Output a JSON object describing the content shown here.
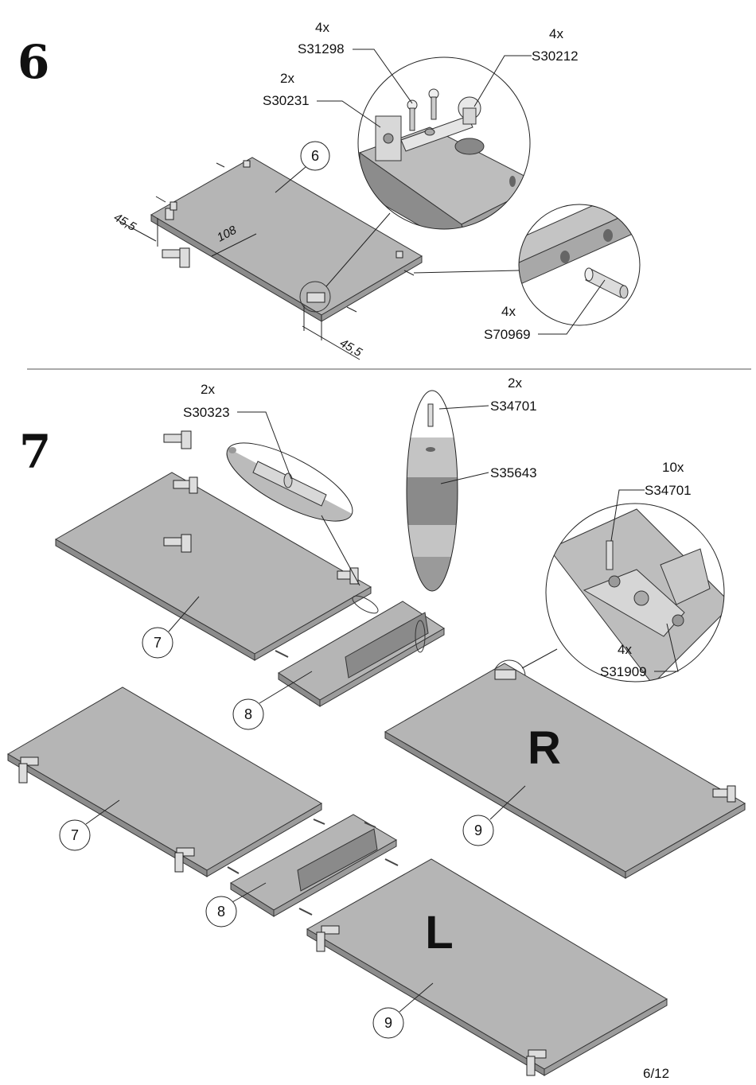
{
  "page": {
    "number": "6/12"
  },
  "step6": {
    "step_number": "6",
    "part_label": "6",
    "fittings": [
      {
        "qty": "4x",
        "code": "S31298"
      },
      {
        "qty": "2x",
        "code": "S30231"
      },
      {
        "qty": "4x",
        "code": "S30212"
      },
      {
        "qty": "4x",
        "code": "S70969"
      }
    ],
    "dimensions": {
      "left_offset": "45,5",
      "center": "108",
      "bottom_offset": "45,5"
    }
  },
  "step7": {
    "step_number": "7",
    "fittings": [
      {
        "qty": "2x",
        "code": "S30323"
      },
      {
        "qty": "2x",
        "code": "S34701"
      },
      {
        "qty": "",
        "code": "S35643"
      },
      {
        "qty": "10x",
        "code": "S34701"
      },
      {
        "qty": "4x",
        "code": "S31909"
      }
    ],
    "part_labels": {
      "top_panel": "7",
      "top_rail": "8",
      "bottom_panel": "7",
      "bottom_rail": "8",
      "side_right": "9",
      "side_left": "9"
    },
    "side_markers": {
      "right": "R",
      "left": "L"
    }
  },
  "colors": {
    "panel_top": "#b5b5b5",
    "panel_edge": "#8c8c8c",
    "line": "#222222",
    "background": "#ffffff"
  }
}
